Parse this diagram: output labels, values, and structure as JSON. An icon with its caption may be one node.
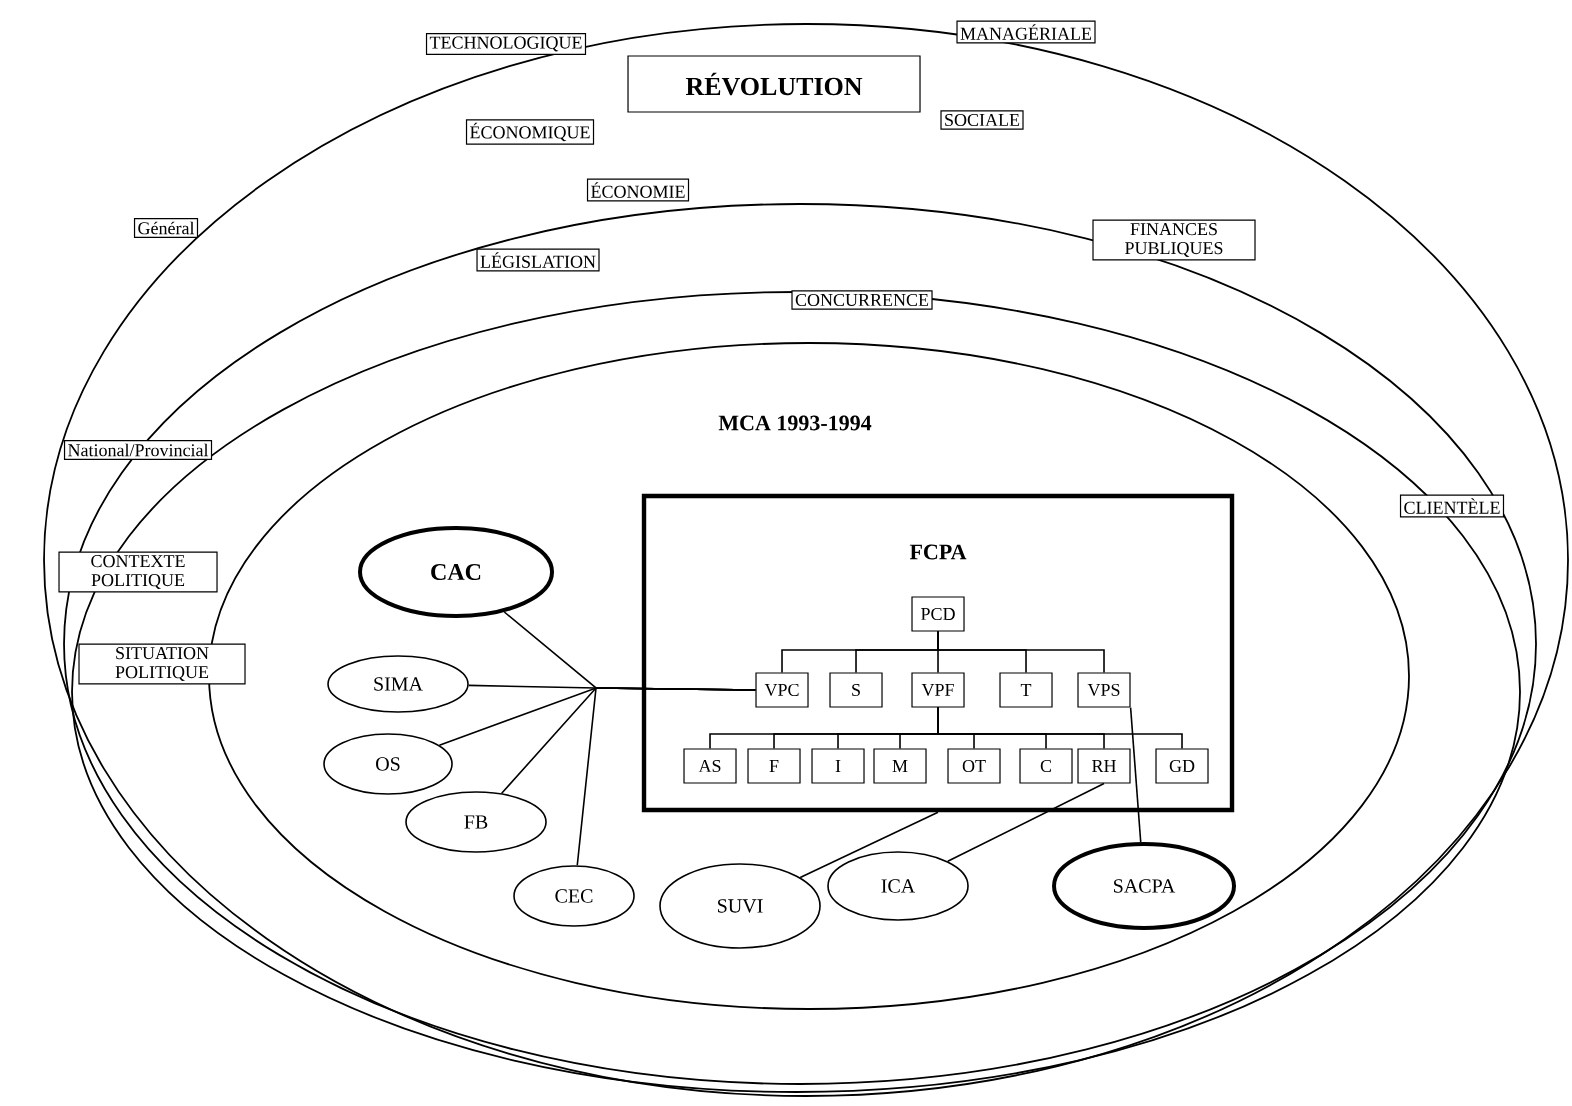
{
  "diagram": {
    "nodes": [
      {
        "text": [
          "TECHNOLOGIQUE"
        ]
      },
      {
        "text": [
          "MANAGÉRIALE"
        ]
      },
      {
        "text": [
          "RÉVOLUTION"
        ]
      },
      {
        "text": [
          "ÉCONOMIQUE"
        ]
      },
      {
        "text": [
          "SOCIALE"
        ]
      },
      {
        "text": [
          "ÉCONOMIE"
        ]
      },
      {
        "text": [
          "Général"
        ]
      },
      {
        "text": [
          "FINANCES PUBLIQUES"
        ]
      },
      {
        "text": [
          "LÉGISLATION"
        ]
      },
      {
        "text": [
          "CONCURRENCE"
        ]
      },
      {
        "text": [
          "National/Provincial"
        ]
      },
      {
        "text": [
          "MCA 1993-1994"
        ]
      },
      {
        "text": [
          "CLIENTÈLE"
        ]
      },
      {
        "text": [
          "CONTEXTE POLITIQUE"
        ]
      },
      {
        "text": [
          "FCPA"
        ],
        "in": 11
      },
      {
        "text": [
          "CAC"
        ],
        "in": 11
      },
      {
        "text": [
          "PCD"
        ],
        "in": 14
      },
      {
        "text": [
          "SITUATION POLITIQUE"
        ]
      },
      {
        "text": [
          "SIMA"
        ],
        "in": 11
      },
      {
        "text": [
          "VPC"
        ],
        "in": 14
      },
      {
        "text": [
          "S"
        ],
        "in": 14
      },
      {
        "text": [
          "VPF"
        ],
        "in": 14
      },
      {
        "text": [
          "T"
        ],
        "in": 14
      },
      {
        "text": [
          "VPS"
        ],
        "in": 14
      },
      {
        "text": [
          "OS"
        ],
        "in": 11
      },
      {
        "text": [
          "AS"
        ],
        "in": 14
      },
      {
        "text": [
          "F"
        ],
        "in": 14
      },
      {
        "text": [
          "I"
        ],
        "in": 14
      },
      {
        "text": [
          "M"
        ],
        "in": 14
      },
      {
        "text": [
          "OT"
        ],
        "in": 14
      },
      {
        "text": [
          "C"
        ],
        "in": 14
      },
      {
        "text": [
          "RH"
        ],
        "in": 14
      },
      {
        "text": [
          "GD"
        ],
        "in": 14
      },
      {
        "text": [
          "FB"
        ],
        "in": 11
      },
      {
        "text": [
          "CEC"
        ],
        "in": 11
      },
      {
        "text": [
          "SUVI"
        ],
        "in": 11
      },
      {
        "text": [
          "ICA"
        ],
        "in": 11
      },
      {
        "text": [
          "SACPA"
        ],
        "in": 11
      }
    ],
    "edges": [
      {
        "from": 16,
        "to": 19,
        "arrow": "none"
      },
      {
        "from": 16,
        "to": 20,
        "arrow": "none"
      },
      {
        "from": 16,
        "to": 21,
        "arrow": "none"
      },
      {
        "from": 16,
        "to": 22,
        "arrow": "none"
      },
      {
        "from": 16,
        "to": 23,
        "arrow": "none"
      },
      {
        "from": 21,
        "to": 25,
        "arrow": "none"
      },
      {
        "from": 21,
        "to": 26,
        "arrow": "none"
      },
      {
        "from": 21,
        "to": 27,
        "arrow": "none"
      },
      {
        "from": 21,
        "to": 28,
        "arrow": "none"
      },
      {
        "from": 21,
        "to": 29,
        "arrow": "none"
      },
      {
        "from": 21,
        "to": 30,
        "arrow": "none"
      },
      {
        "from": 21,
        "to": 31,
        "arrow": "none"
      },
      {
        "from": 21,
        "to": 32,
        "arrow": "none"
      },
      {
        "from": 15,
        "to": 19,
        "arrow": "none"
      },
      {
        "from": 18,
        "to": 19,
        "arrow": "none"
      },
      {
        "from": 24,
        "to": 19,
        "arrow": "none"
      },
      {
        "from": 33,
        "to": 19,
        "arrow": "none"
      },
      {
        "from": 34,
        "to": 19,
        "arrow": "none"
      },
      {
        "from": 35,
        "to": 14,
        "arrow": "none"
      },
      {
        "from": 36,
        "to": 31,
        "arrow": "none"
      },
      {
        "from": 37,
        "to": 23,
        "arrow": "none"
      }
    ]
  }
}
